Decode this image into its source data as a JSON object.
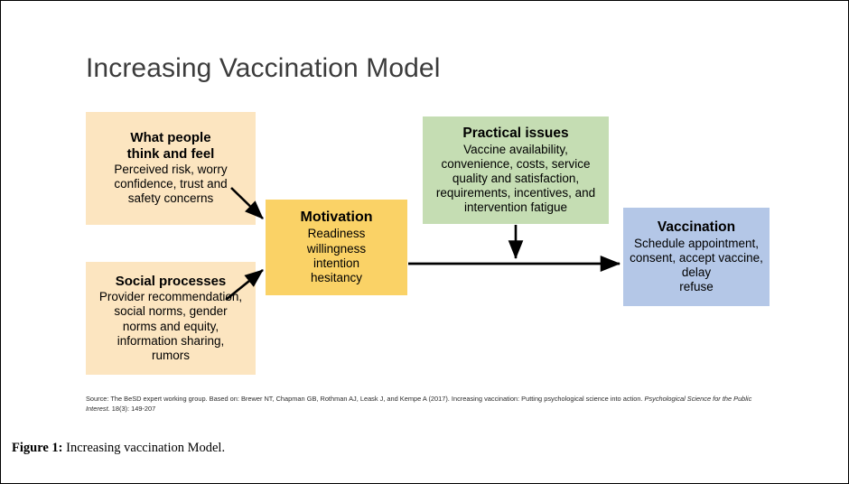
{
  "figure": {
    "title": "Increasing Vaccination Model",
    "caption_label": "Figure 1:",
    "caption_text": " Increasing vaccination Model."
  },
  "colors": {
    "think_feel": "#FCE5C0",
    "social_processes": "#FCE5C0",
    "motivation": "#FAD266",
    "practical_issues": "#C5DDB3",
    "vaccination": "#B4C7E7",
    "arrow": "#000000",
    "title_text": "#3C3C3C"
  },
  "nodes": {
    "think_feel": {
      "title": "What people\nthink and feel",
      "body": "Perceived risk, worry\nconfidence, trust and\nsafety concerns"
    },
    "social_processes": {
      "title": "Social processes",
      "body": "Provider recommendation,\nsocial norms, gender\nnorms and equity,\ninformation sharing,\nrumors"
    },
    "motivation": {
      "title": "Motivation",
      "body": "Readiness\nwillingness\nintention\nhesitancy"
    },
    "practical_issues": {
      "title": "Practical issues",
      "body": "Vaccine availability,\nconvenience, costs, service\nquality and satisfaction,\nrequirements, incentives, and\nintervention fatigue"
    },
    "vaccination": {
      "title": "Vaccination",
      "body": "Schedule appointment,\nconsent, accept vaccine,\ndelay\nrefuse"
    }
  },
  "arrows": [
    {
      "name": "think-feel-to-motivation",
      "from": "think_feel",
      "to": "motivation",
      "direction": "diagonal-down-right"
    },
    {
      "name": "social-processes-to-motivation",
      "from": "social_processes",
      "to": "motivation",
      "direction": "diagonal-up-right"
    },
    {
      "name": "motivation-to-vaccination",
      "from": "motivation",
      "to": "vaccination",
      "direction": "horizontal-right"
    },
    {
      "name": "practical-issues-to-pathway",
      "from": "practical_issues",
      "to": "motivation-to-vaccination",
      "direction": "vertical-down"
    }
  ],
  "source_note": {
    "part1": "Source: The BeSD expert working group. Based on: Brewer NT, Chapman GB, Rothman AJ, Leask J, and Kempe A (2017). Increasing vaccination: Putting psychological science into action. ",
    "italic1": "Psychological Science for the Public Interest",
    "part2": ". 18(3): 149-207"
  }
}
